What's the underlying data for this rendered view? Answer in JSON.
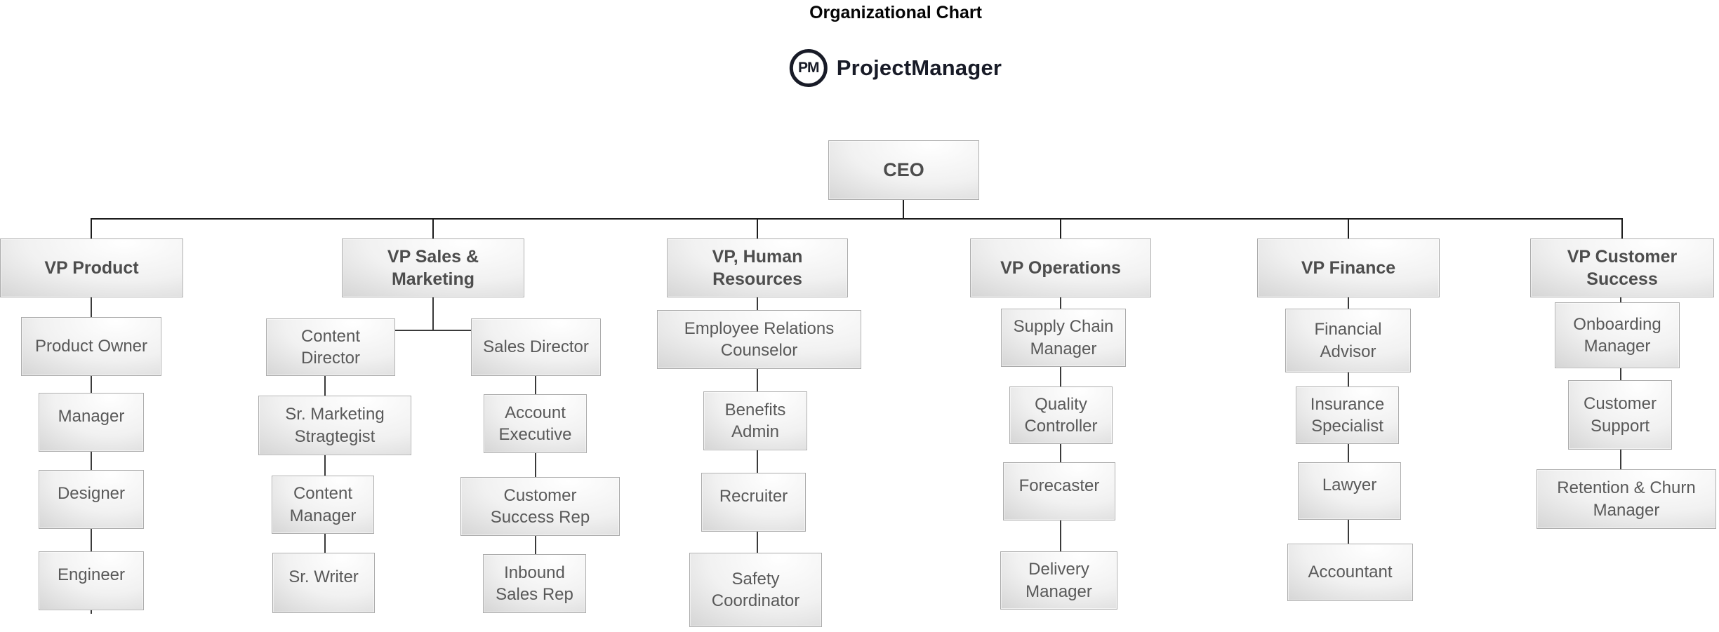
{
  "header": {
    "title": "Organizational Chart",
    "logo": {
      "monogram": "PM",
      "company": "ProjectManager"
    }
  },
  "nodes": {
    "ceo": {
      "label": "CEO",
      "reports_to": null
    },
    "vp_product": {
      "label": "VP Product",
      "reports_to": "ceo"
    },
    "vp_sales": {
      "label": "VP Sales & Marketing",
      "reports_to": "ceo"
    },
    "vp_hr": {
      "label": "VP, Human Resources",
      "reports_to": "ceo"
    },
    "vp_ops": {
      "label": "VP Operations",
      "reports_to": "ceo"
    },
    "vp_fin": {
      "label": "VP Finance",
      "reports_to": "ceo"
    },
    "vp_cs": {
      "label": "VP Customer Success",
      "reports_to": "ceo"
    },
    "product_owner": {
      "label": "Product Owner",
      "reports_to": "vp_product"
    },
    "manager": {
      "label": "Manager",
      "reports_to": "product_owner"
    },
    "designer": {
      "label": "Designer",
      "reports_to": "manager"
    },
    "engineer": {
      "label": "Engineer",
      "reports_to": "designer"
    },
    "content_director": {
      "label": "Content Director",
      "reports_to": "vp_sales"
    },
    "sales_director": {
      "label": "Sales Director",
      "reports_to": "vp_sales"
    },
    "sr_marketing": {
      "label": "Sr. Marketing Stragtegist",
      "reports_to": "content_director"
    },
    "content_manager": {
      "label": "Content Manager",
      "reports_to": "sr_marketing"
    },
    "sr_writer": {
      "label": "Sr. Writer",
      "reports_to": "content_manager"
    },
    "account_exec": {
      "label": "Account Executive",
      "reports_to": "sales_director"
    },
    "customer_success_rep": {
      "label": "Customer Success Rep",
      "reports_to": "account_exec"
    },
    "inbound_sales_rep": {
      "label": "Inbound Sales Rep",
      "reports_to": "customer_success_rep"
    },
    "emp_relations": {
      "label": "Employee Relations Counselor",
      "reports_to": "vp_hr"
    },
    "benefits_admin": {
      "label": "Benefits Admin",
      "reports_to": "emp_relations"
    },
    "recruiter": {
      "label": "Recruiter",
      "reports_to": "benefits_admin"
    },
    "safety_coord": {
      "label": "Safety Coordinator",
      "reports_to": "recruiter"
    },
    "supply_chain": {
      "label": "Supply Chain Manager",
      "reports_to": "vp_ops"
    },
    "quality_controller": {
      "label": "Quality Controller",
      "reports_to": "supply_chain"
    },
    "forecaster": {
      "label": "Forecaster",
      "reports_to": "quality_controller"
    },
    "delivery_manager": {
      "label": "Delivery Manager",
      "reports_to": "forecaster"
    },
    "financial_advisor": {
      "label": "Financial Advisor",
      "reports_to": "vp_fin"
    },
    "insurance_specialist": {
      "label": "Insurance Specialist",
      "reports_to": "financial_advisor"
    },
    "lawyer": {
      "label": "Lawyer",
      "reports_to": "insurance_specialist"
    },
    "accountant": {
      "label": "Accountant",
      "reports_to": "lawyer"
    },
    "onboarding_manager": {
      "label": "Onboarding Manager",
      "reports_to": "vp_cs"
    },
    "customer_support": {
      "label": "Customer Support",
      "reports_to": "onboarding_manager"
    },
    "retention_churn": {
      "label": "Retention & Churn Manager",
      "reports_to": "customer_support"
    }
  }
}
